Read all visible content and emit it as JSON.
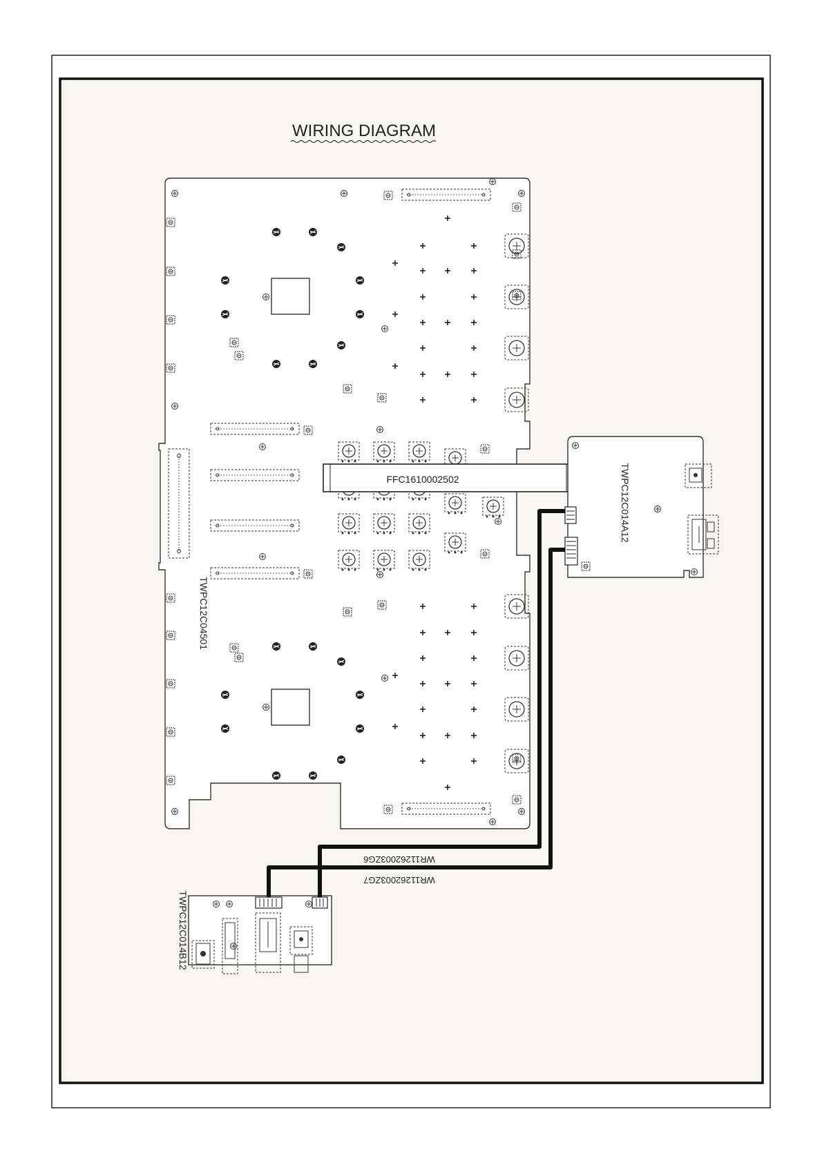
{
  "title": "WIRING DIAGRAM",
  "boards": {
    "main": "TWPC12C04501",
    "right": "TWPC12C014A12",
    "bottom": "TWPC12C014B12"
  },
  "cables": {
    "ffc": "FFC1610002502",
    "wire_a": "WR11262003ZG6",
    "wire_b": "WR11262003ZG7"
  },
  "colors": {
    "paper": "#f7f6f2",
    "line": "#1a1a1a",
    "cable": "#111111"
  }
}
